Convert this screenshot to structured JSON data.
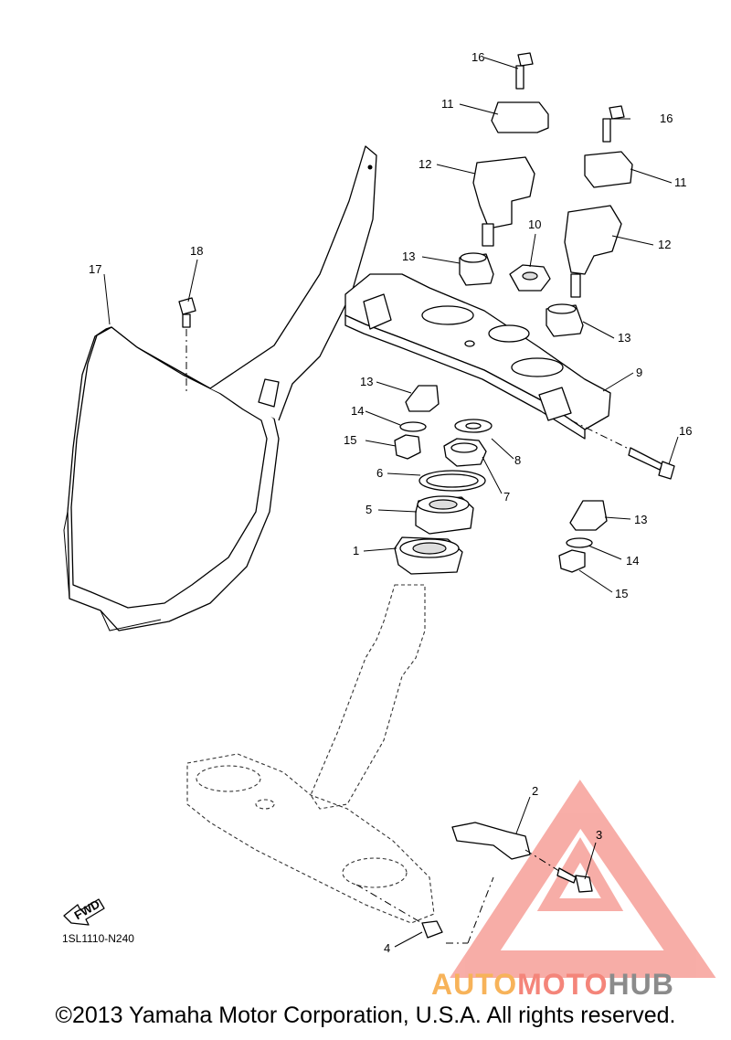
{
  "diagram": {
    "code": "1SL1110-N240",
    "fwd_label": "FWD",
    "copyright": "©2013 Yamaha Motor Corporation, U.S.A. All rights reserved.",
    "watermark": {
      "part1": "AUTO",
      "part2": "MOTO",
      "part3": "HUB"
    },
    "callouts": [
      "1",
      "2",
      "3",
      "4",
      "5",
      "6",
      "7",
      "8",
      "9",
      "10",
      "11",
      "12",
      "13",
      "14",
      "15",
      "16",
      "17",
      "18"
    ],
    "colors": {
      "line": "#000000",
      "watermark_orange": "#f7b35a",
      "watermark_red": "#f4857a",
      "watermark_grey": "#8b8b8b"
    }
  }
}
